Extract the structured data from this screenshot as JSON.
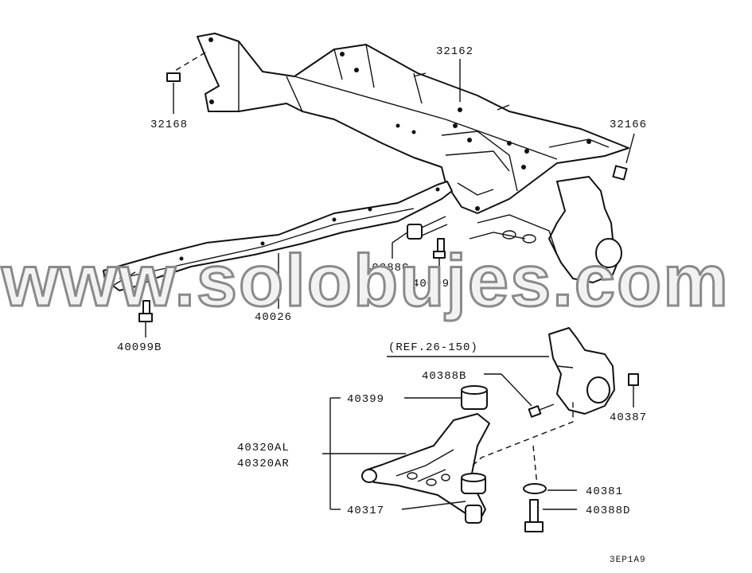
{
  "diagram": {
    "watermark": "www.solobujes.com",
    "reference": "(REF.26-150)",
    "code": "3EP1A9",
    "parts": {
      "p32162": "32162",
      "p32168": "32168",
      "p32166": "32166",
      "p40388C": "40388C",
      "p40099C": "40099C",
      "p40026": "40026",
      "p40099B": "40099B",
      "p40388B": "40388B",
      "p40387": "40387",
      "p40399": "40399",
      "p40320AL": "40320AL",
      "p40320AR": "40320AR",
      "p40317": "40317",
      "p40381": "40381",
      "p40388D": "40388D"
    }
  }
}
